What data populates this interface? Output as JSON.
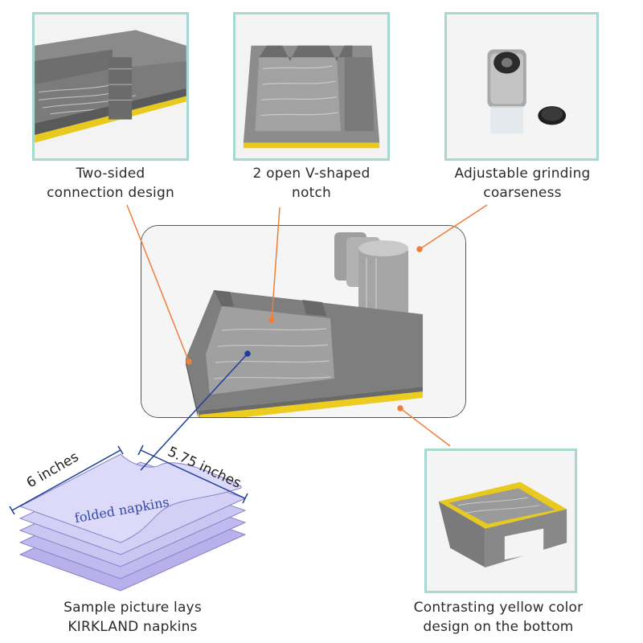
{
  "captions": {
    "top_left": [
      "Two-sided",
      "connection design"
    ],
    "top_middle": [
      "2 open V-shaped",
      "notch"
    ],
    "top_right": [
      "Adjustable grinding",
      "coarseness"
    ],
    "bottom_right": [
      "Contrasting yellow color",
      "design on the bottom"
    ],
    "bottom_left": [
      "Sample picture lays",
      "KIRKLAND napkins"
    ]
  },
  "napkins": {
    "width_label": "6 inches",
    "depth_label": "5.75 inches",
    "center_label": "folded napkins"
  },
  "colors": {
    "frame_border": "#a8d8d2",
    "callout_line": "#ef7e3b",
    "napkin_line": "#1f3f9a",
    "accent_yellow": "#f2d52a",
    "napkin_fill": "#c9c3ef"
  }
}
